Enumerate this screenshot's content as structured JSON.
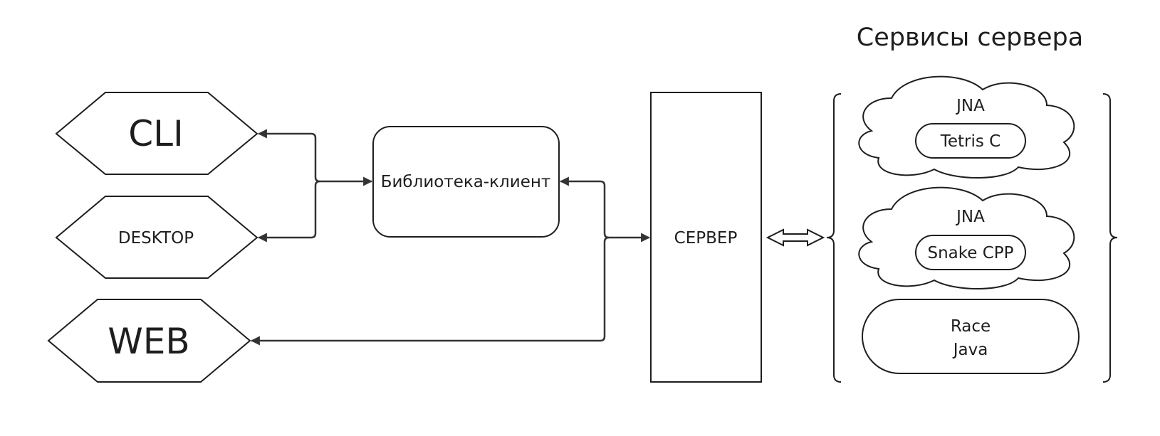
{
  "title": "Сервисы сервера",
  "clients": {
    "cli": "CLI",
    "desktop": "DESKTOP",
    "web": "WEB"
  },
  "library": "Библиотека-клиент",
  "server": "СЕРВЕР",
  "services": [
    {
      "wrapper": "JNA",
      "game": "Tetris C"
    },
    {
      "wrapper": "JNA",
      "game": "Snake CPP"
    },
    {
      "game_line1": "Race",
      "game_line2": "Java"
    }
  ]
}
